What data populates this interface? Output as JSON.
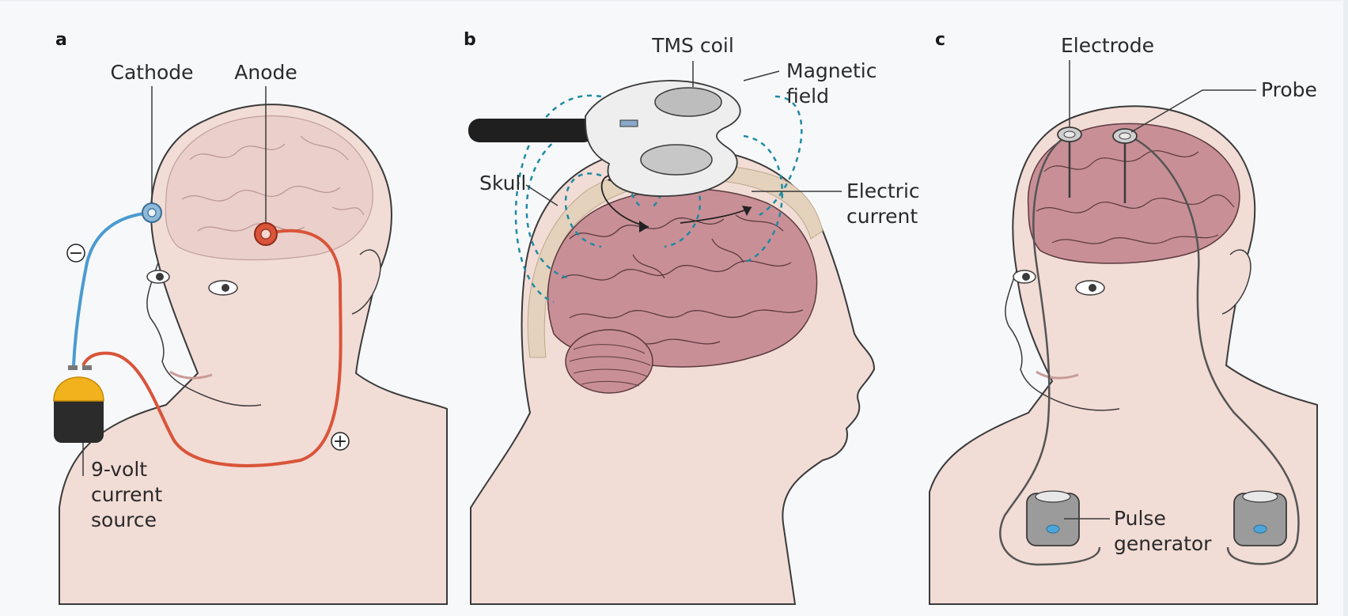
{
  "panels": {
    "a": {
      "letter": "a",
      "labels": {
        "cathode": "Cathode",
        "anode": "Anode",
        "minus": "−",
        "plus": "+",
        "source_line1": "9-volt",
        "source_line2": "current",
        "source_line3": "source"
      }
    },
    "b": {
      "letter": "b",
      "labels": {
        "coil": "TMS coil",
        "field_line1": "Magnetic",
        "field_line2": "field",
        "skull": "Skull",
        "current_line1": "Electric",
        "current_line2": "current"
      }
    },
    "c": {
      "letter": "c",
      "labels": {
        "electrode": "Electrode",
        "probe": "Probe",
        "pulse_line1": "Pulse",
        "pulse_line2": "generator"
      }
    }
  },
  "colors": {
    "skin": "#f2dcd6",
    "skin_outline": "#3a3a3a",
    "brain": "#c98f96",
    "brain_light": "#e9cdc9",
    "skull": "#e4d2bd",
    "cathode_wire": "#4a9bd0",
    "anode_wire": "#d9543a",
    "battery_top": "#f2b21e",
    "battery_body": "#2b2b2b",
    "field_lines": "#1f8aa3",
    "coil": "#eeeeee",
    "coil_handle": "#1f1f1f",
    "generator": "#9b9b9b",
    "generator_light": "#4da6d9"
  }
}
